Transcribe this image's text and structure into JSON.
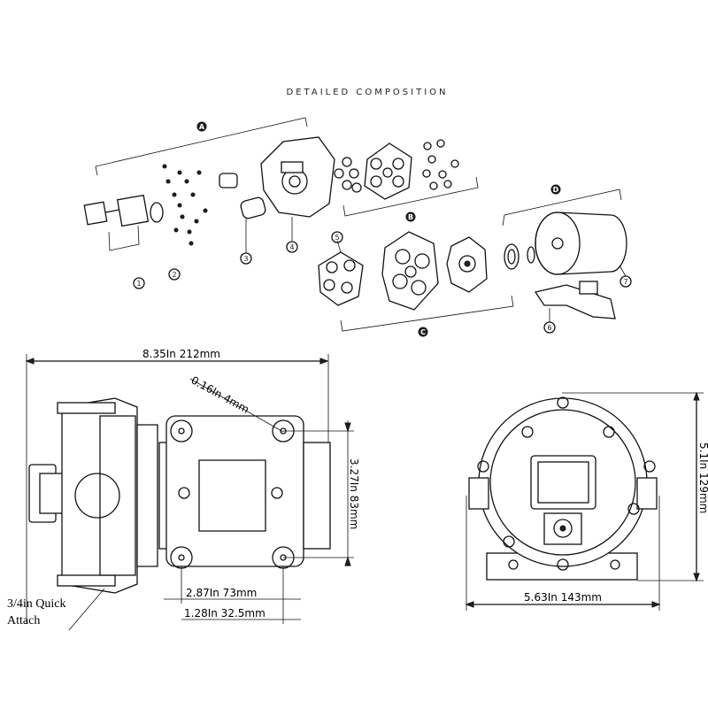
{
  "title": "DETAILED COMPOSITION",
  "groups": {
    "a": "A",
    "b": "B",
    "c": "C",
    "d": "D"
  },
  "parts": [
    "1",
    "2",
    "3",
    "4",
    "5",
    "6",
    "7"
  ],
  "dimensions": {
    "length": "8.35In  212mm",
    "hole": "0.16In  4mm",
    "mount_height": "3.27In  83mm",
    "mount_spacing": "2.87In  73mm",
    "offset": "1.28In  32.5mm",
    "width": "5.63In  143mm",
    "height": "5.1In  129mm"
  },
  "callout": {
    "line1": "3/4in Quick",
    "line2": "Attach"
  }
}
